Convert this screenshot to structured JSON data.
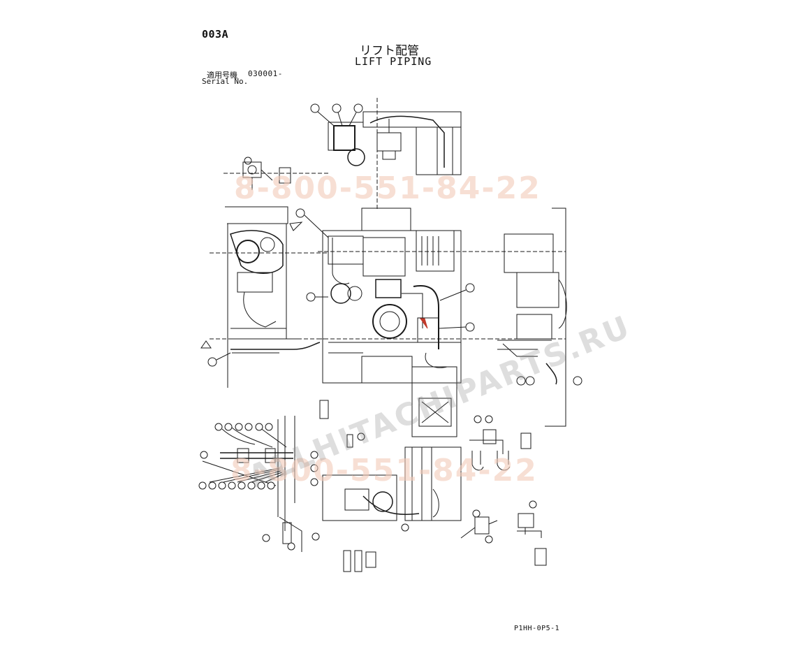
{
  "header": {
    "page_code": "003A",
    "title_jp": "リフト配管",
    "title_en": "LIFT PIPING",
    "serial_label_jp": "適用号機",
    "serial_number": "030001-",
    "serial_label_en": "Serial No."
  },
  "footer": {
    "drawing_number": "P1HH-0P5-1"
  },
  "watermarks": {
    "phone_top": "8-800-551-84-22",
    "phone_bottom": "8-800-551-84-22",
    "brand": "ALLHITACHIPARTS.RU"
  },
  "colors": {
    "line": "#1a1a1a",
    "watermark_phone": "#f1c9b8",
    "watermark_brand": "#8a8a8a"
  }
}
